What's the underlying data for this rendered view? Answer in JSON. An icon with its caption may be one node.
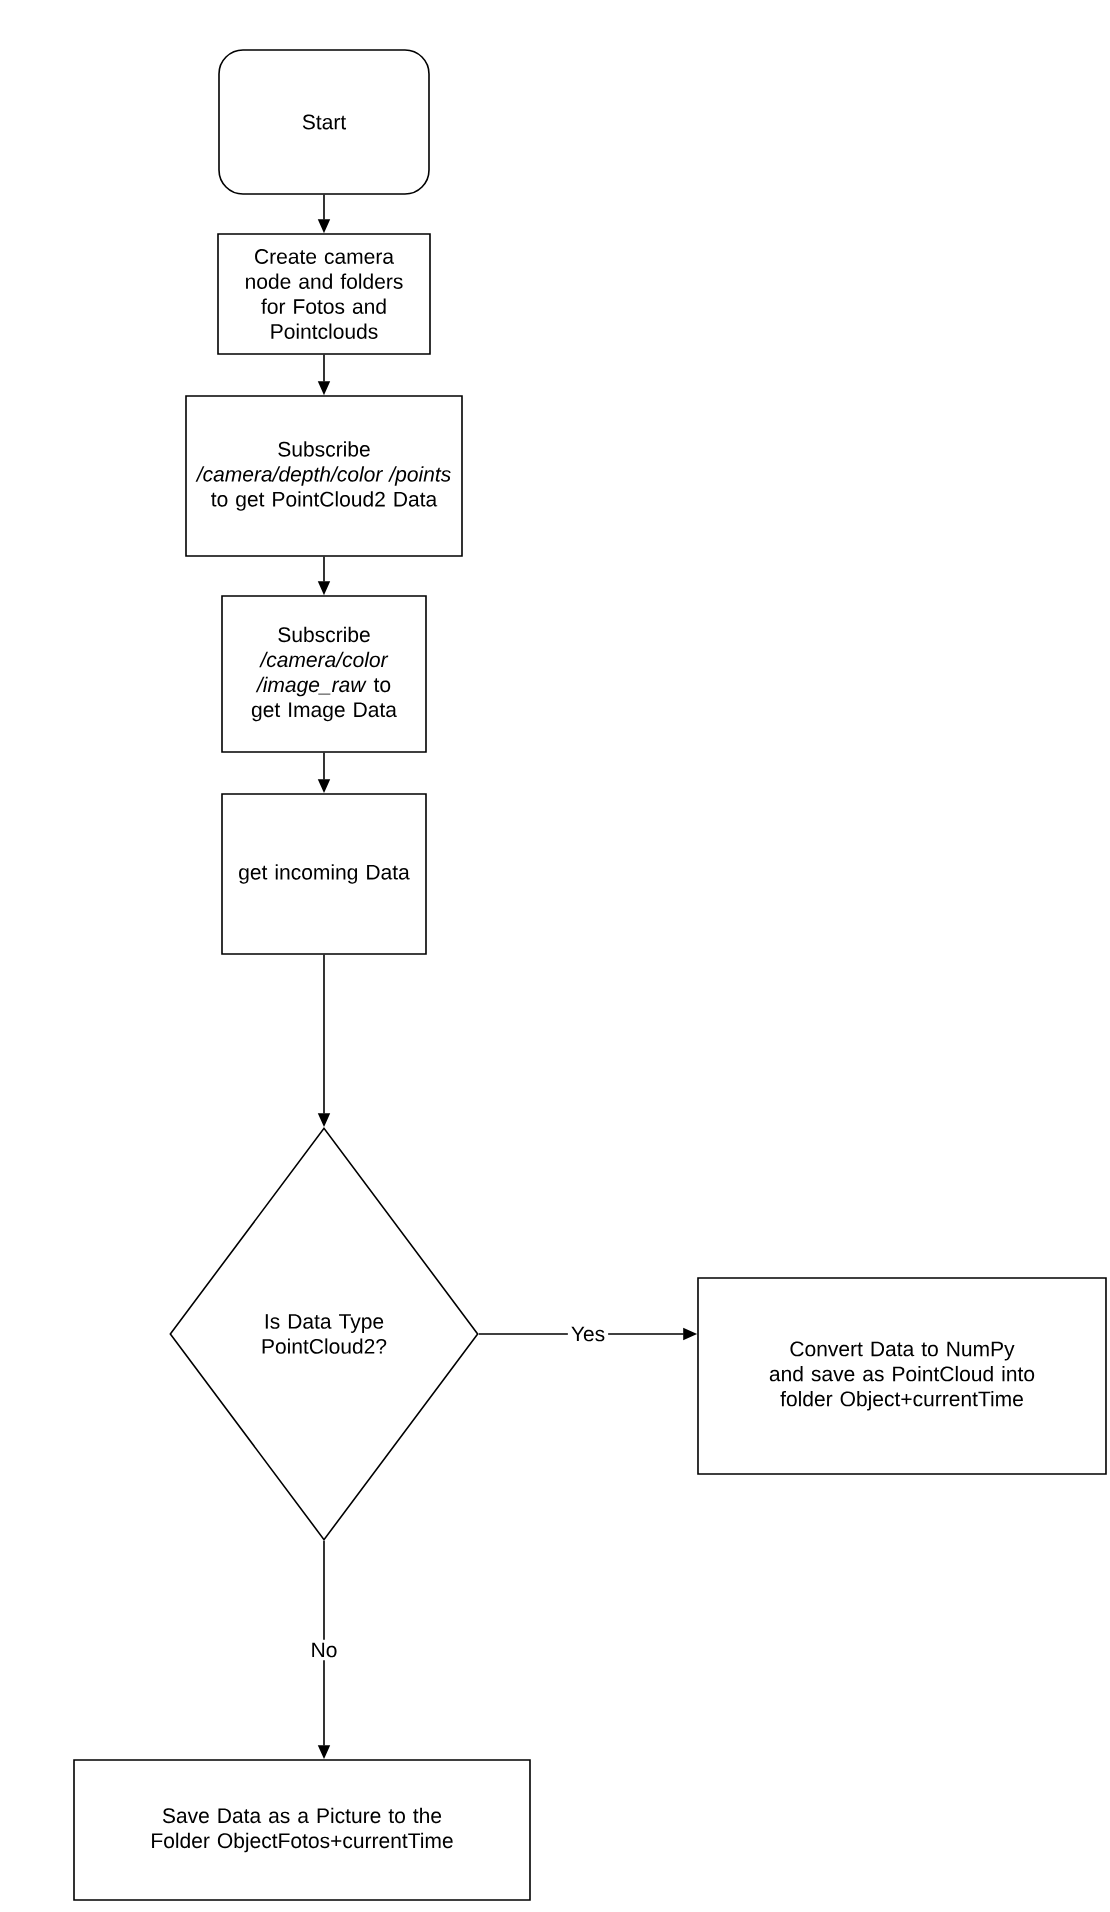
{
  "diagram": {
    "nodes": [
      {
        "text": [
          "Start"
        ]
      },
      {
        "text": [
          "Create camera node and folders for Fotos and Pointclouds"
        ]
      },
      {
        "text": [
          "Subscribe */camera/depth/color /points* to get PointCloud2 Data"
        ]
      },
      {
        "text": [
          "Subscribe */camera/color /image_raw* to get Image Data"
        ]
      },
      {
        "text": [
          "get incoming Data"
        ]
      },
      {
        "text": [
          "Is Data Type PointCloud2?"
        ]
      },
      {
        "text": [
          "Convert Data to NumPy and save as PointCloud into folder Object+currentTime"
        ]
      },
      {
        "text": [
          "Save Data as a Picture to the Folder ObjectFotos+currentTime"
        ]
      }
    ],
    "edges": [
      {
        "from": 0,
        "to": 1,
        "arrow": "to"
      },
      {
        "from": 1,
        "to": 2,
        "arrow": "to"
      },
      {
        "from": 2,
        "to": 3,
        "arrow": "to"
      },
      {
        "from": 3,
        "to": 4,
        "arrow": "to"
      },
      {
        "from": 4,
        "to": 5,
        "arrow": "to"
      },
      {
        "from": 5,
        "to": 6,
        "arrow": "to",
        "label": "Yes"
      },
      {
        "from": 5,
        "to": 7,
        "arrow": "to",
        "label": "No"
      }
    ]
  }
}
